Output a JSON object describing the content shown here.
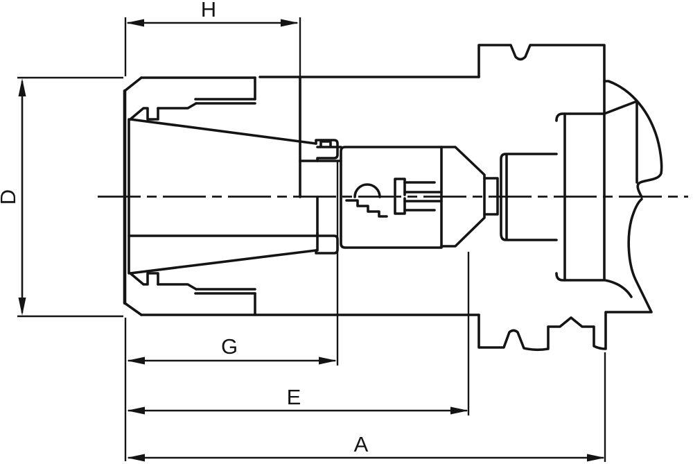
{
  "drawing": {
    "title": "collet-chuck-section-drawing",
    "colors": {
      "line": "#141414",
      "background": "#ffffff"
    },
    "dimensions": {
      "h": {
        "label": "H"
      },
      "d": {
        "label": "D"
      },
      "g": {
        "label": "G"
      },
      "e": {
        "label": "E"
      },
      "a": {
        "label": "A"
      }
    }
  }
}
